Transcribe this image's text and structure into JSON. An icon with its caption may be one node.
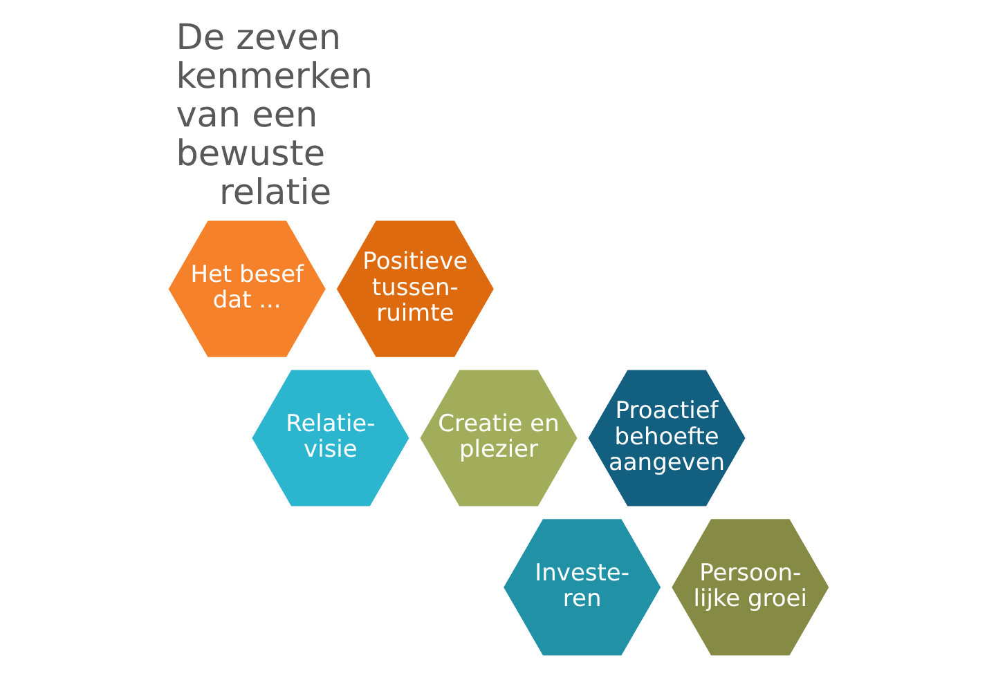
{
  "diagram": {
    "title": "De zeven kenmerken van een bewuste relatie",
    "nodes": [
      {
        "text": [
          "Het besef dat ..."
        ]
      },
      {
        "text": [
          "Positieve tussen- ruimte"
        ]
      },
      {
        "text": [
          "Creatie en plezier"
        ]
      },
      {
        "text": [
          "Relatie- visie"
        ]
      },
      {
        "text": [
          "Proactief behoefte aangeven"
        ]
      },
      {
        "text": [
          "Persoon- lijke groei"
        ]
      },
      {
        "text": [
          "Investe- ren"
        ]
      }
    ]
  }
}
